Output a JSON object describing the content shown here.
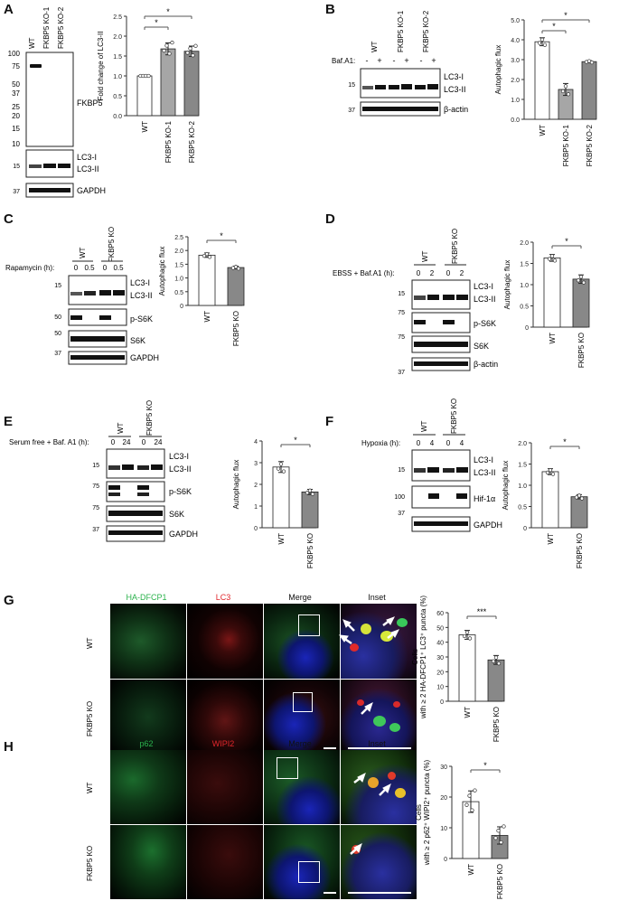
{
  "panels": {
    "A": {
      "label": "A",
      "lanes": [
        "WT",
        "FKBP5 KO-1",
        "FKBP5 KO-2"
      ],
      "mw": [
        "100",
        "75",
        "50",
        "37",
        "25",
        "20",
        "15",
        "10"
      ],
      "mw2": [
        "15",
        "37"
      ],
      "bands": [
        "FKBP5",
        "LC3-I",
        "LC3-II",
        "GAPDH"
      ]
    },
    "B": {
      "label": "B",
      "lanes": [
        "WT",
        "FKBP5 KO-1",
        "FKBP5 KO-2"
      ],
      "treat": "Baf.A1:",
      "signs": [
        "-",
        "+",
        "-",
        "+",
        "-",
        "+"
      ],
      "mw": [
        "15",
        "37"
      ],
      "bands": [
        "LC3-I",
        "LC3-II",
        "β-actin"
      ]
    },
    "C": {
      "label": "C",
      "lanes": [
        "WT",
        "FKBP5 KO"
      ],
      "treat": "Rapamycin (h):",
      "times": [
        "0",
        "0.5",
        "0",
        "0.5"
      ],
      "mw": [
        "15",
        "50",
        "50",
        "37"
      ],
      "bands": [
        "LC3-I",
        "LC3-II",
        "p-S6K",
        "S6K",
        "GAPDH"
      ]
    },
    "D": {
      "label": "D",
      "lanes": [
        "WT",
        "FKBP5 KO"
      ],
      "treat": "EBSS + Baf.A1 (h):",
      "times": [
        "0",
        "2",
        "0",
        "2"
      ],
      "mw": [
        "15",
        "75",
        "75",
        "37"
      ],
      "bands": [
        "LC3-I",
        "LC3-II",
        "p-S6K",
        "S6K",
        "β-actin"
      ]
    },
    "E": {
      "label": "E",
      "lanes": [
        "WT",
        "FKBP5 KO"
      ],
      "treat": "Serum free + Baf. A1 (h):",
      "times": [
        "0",
        "24",
        "0",
        "24"
      ],
      "mw": [
        "15",
        "75",
        "75",
        "37"
      ],
      "bands": [
        "LC3-I",
        "LC3-II",
        "p-S6K",
        "S6K",
        "GAPDH"
      ]
    },
    "F": {
      "label": "F",
      "lanes": [
        "WT",
        "FKBP5 KO"
      ],
      "treat": "Hypoxia (h):",
      "times": [
        "0",
        "4",
        "0",
        "4"
      ],
      "mw": [
        "15",
        "100",
        "37"
      ],
      "bands": [
        "LC3-I",
        "LC3-II",
        "Hif-1α",
        "GAPDH"
      ]
    },
    "G": {
      "label": "G",
      "cols": [
        "HA-DFCP1",
        "LC3",
        "Merge",
        "Inset"
      ],
      "rows": [
        "WT",
        "FKBP5 KO"
      ]
    },
    "H": {
      "label": "H",
      "cols": [
        "p62",
        "WIPI2",
        "Merge",
        "Inset"
      ],
      "rows": [
        "WT",
        "FKBP5 KO"
      ]
    }
  },
  "colors": {
    "green": "#2bb24c",
    "red": "#e0262b",
    "ko_bar": "#888888",
    "ko1_bar": "#a6a6a6"
  },
  "chart_data": [
    {
      "type": "bar",
      "panel": "A",
      "categories": [
        "WT",
        "FKBP5 KO-1",
        "FKBP5 KO-2"
      ],
      "values": [
        1.0,
        1.68,
        1.62
      ],
      "errors": [
        0,
        0.15,
        0.13
      ],
      "ylabel": "Fold change of LC3-II",
      "ylim": [
        0,
        2.5
      ],
      "yticks": [
        "0.0",
        "0.5",
        "1.0",
        "1.5",
        "2.0",
        "2.5"
      ],
      "sig": [
        "*",
        "*"
      ]
    },
    {
      "type": "bar",
      "panel": "B",
      "categories": [
        "WT",
        "FKBP5 KO-1",
        "FKBP5 KO-2"
      ],
      "values": [
        3.9,
        1.5,
        2.9
      ],
      "errors": [
        0.2,
        0.3,
        0.05
      ],
      "ylabel": "Autophagic flux",
      "ylim": [
        0,
        5
      ],
      "yticks": [
        "0.0",
        "1.0",
        "2.0",
        "3.0",
        "4.0",
        "5.0"
      ],
      "sig": [
        "*",
        "*"
      ]
    },
    {
      "type": "bar",
      "panel": "C",
      "categories": [
        "WT",
        "FKBP5 KO"
      ],
      "values": [
        1.83,
        1.38
      ],
      "errors": [
        0.08,
        0.05
      ],
      "ylabel": "Autophagic flux",
      "ylim": [
        0,
        2.5
      ],
      "yticks": [
        "0",
        "0.5",
        "1.0",
        "1.5",
        "2.0",
        "2.5"
      ],
      "sig": [
        "*"
      ]
    },
    {
      "type": "bar",
      "panel": "D",
      "categories": [
        "WT",
        "FKBP5 KO"
      ],
      "values": [
        1.63,
        1.13
      ],
      "errors": [
        0.08,
        0.1
      ],
      "ylabel": "Autophagic flux",
      "ylim": [
        0,
        2.0
      ],
      "yticks": [
        "0",
        "0.5",
        "1.0",
        "1.5",
        "2.0"
      ],
      "sig": [
        "*"
      ]
    },
    {
      "type": "bar",
      "panel": "E",
      "categories": [
        "WT",
        "FKBP5 KO"
      ],
      "values": [
        2.8,
        1.65
      ],
      "errors": [
        0.25,
        0.12
      ],
      "ylabel": "Autophagic flux",
      "ylim": [
        0,
        4
      ],
      "yticks": [
        "0",
        "1",
        "2",
        "3",
        "4"
      ],
      "sig": [
        "*"
      ]
    },
    {
      "type": "bar",
      "panel": "F",
      "categories": [
        "WT",
        "FKBP5 KO"
      ],
      "values": [
        1.32,
        0.73
      ],
      "errors": [
        0.07,
        0.05
      ],
      "ylabel": "Autophagic flux",
      "ylim": [
        0,
        2.0
      ],
      "yticks": [
        "0",
        "0.5",
        "1.0",
        "1.5",
        "2.0"
      ],
      "sig": [
        "*"
      ]
    },
    {
      "type": "bar",
      "panel": "G",
      "categories": [
        "WT",
        "FKBP5 KO"
      ],
      "values": [
        45,
        28
      ],
      "errors": [
        3,
        3
      ],
      "ylabel": "Cells with ≥ 2 HA-DFCP1⁺ LC3⁺ puncta (%)",
      "ylim": [
        0,
        60
      ],
      "yticks": [
        "0",
        "10",
        "20",
        "30",
        "40",
        "50",
        "60"
      ],
      "sig": [
        "***"
      ]
    },
    {
      "type": "bar",
      "panel": "H",
      "categories": [
        "WT",
        "FKBP5 KO"
      ],
      "values": [
        18.5,
        7.5
      ],
      "errors": [
        3.5,
        2.8
      ],
      "ylabel": "Cells with ≥ 2 p62⁺ WIPI2⁺ puncta (%)",
      "ylim": [
        0,
        30
      ],
      "yticks": [
        "0",
        "10",
        "20",
        "30"
      ],
      "sig": [
        "*"
      ]
    }
  ]
}
